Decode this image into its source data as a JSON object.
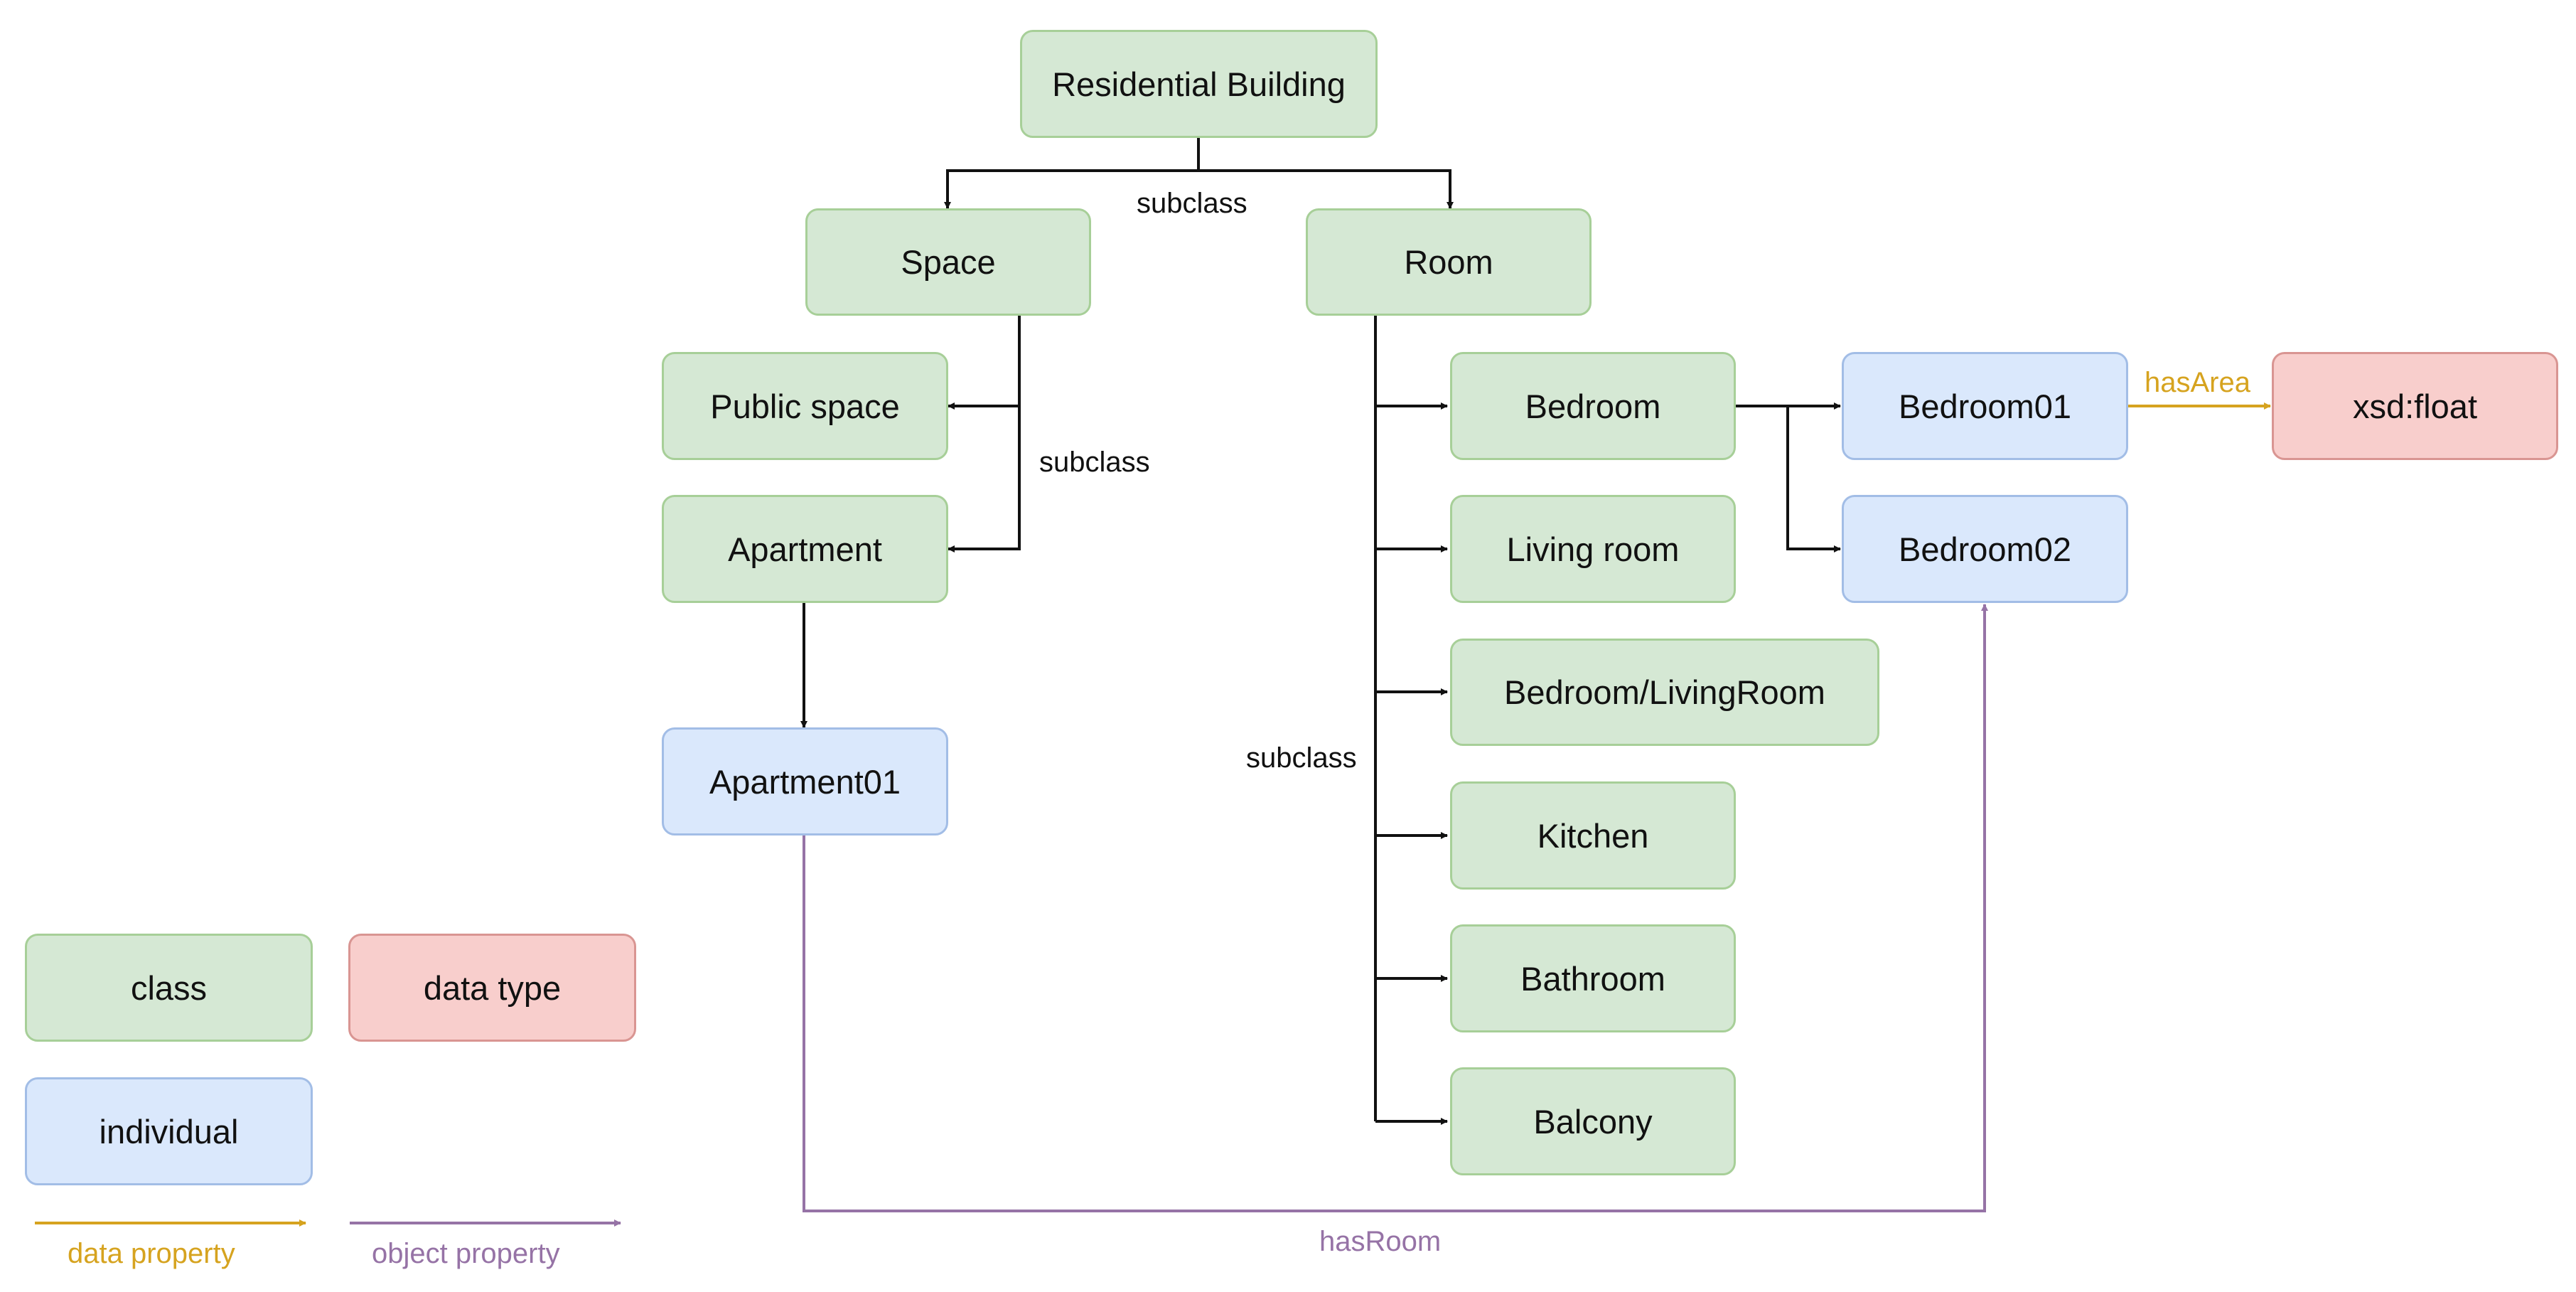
{
  "nodes": {
    "residential_building": "Residential Building",
    "space": "Space",
    "room": "Room",
    "public_space": "Public space",
    "apartment": "Apartment",
    "apartment01": "Apartment01",
    "bedroom": "Bedroom",
    "living_room": "Living room",
    "bedroom_livingroom": "Bedroom/LivingRoom",
    "kitchen": "Kitchen",
    "bathroom": "Bathroom",
    "balcony": "Balcony",
    "bedroom01": "Bedroom01",
    "bedroom02": "Bedroom02",
    "xsd_float": "xsd:float"
  },
  "edge_labels": {
    "subclass_top": "subclass",
    "subclass_space": "subclass",
    "subclass_room": "subclass",
    "has_area": "hasArea",
    "has_room": "hasRoom"
  },
  "legend": {
    "class": "class",
    "data_type": "data type",
    "individual": "individual",
    "data_property": "data property",
    "object_property": "object property"
  },
  "colors": {
    "class_fill": "#d5e8d4",
    "individual_fill": "#dae8fc",
    "datatype_fill": "#f8cecc",
    "data_property": "#d6a31f",
    "object_property": "#9673a6",
    "subclass_edge": "#111111"
  }
}
